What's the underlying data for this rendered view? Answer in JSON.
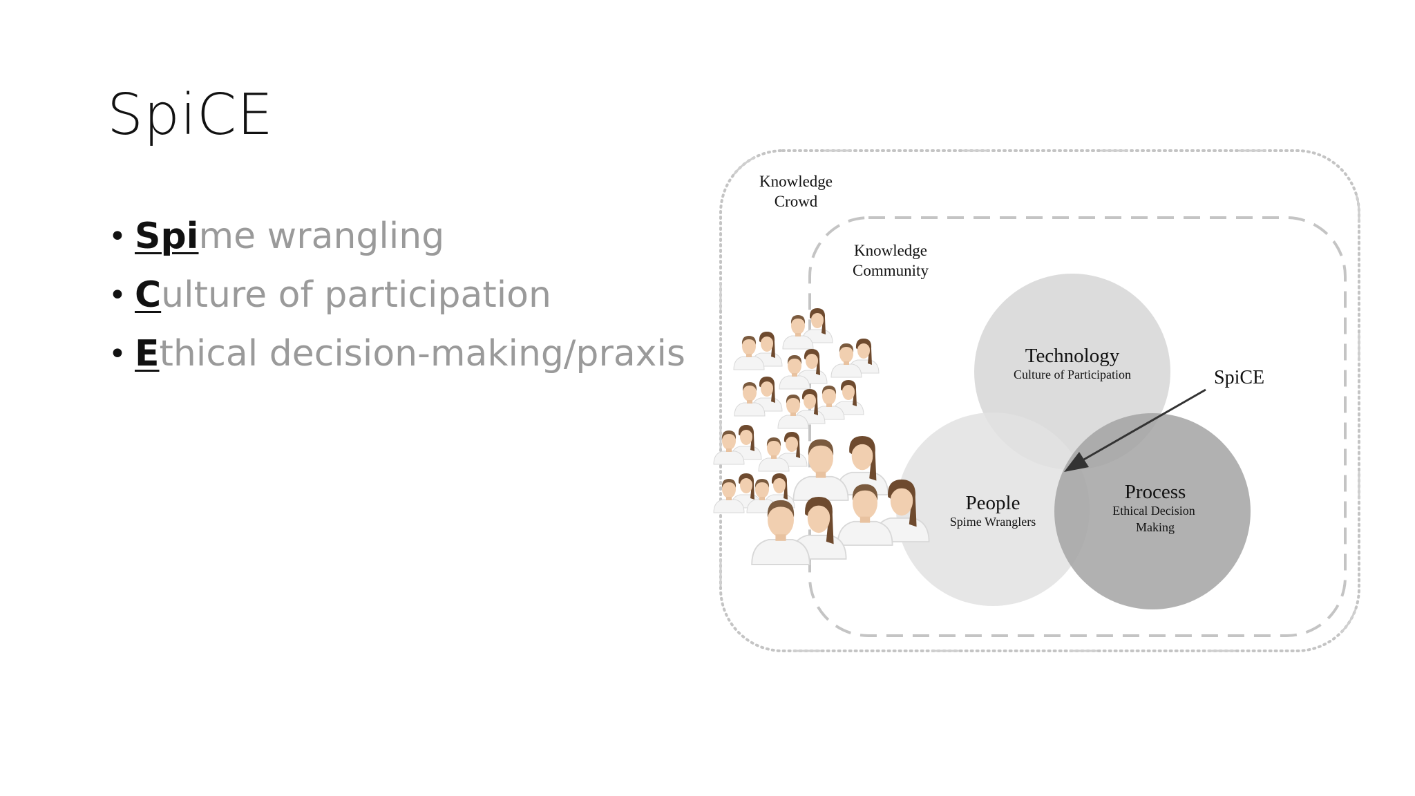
{
  "slide": {
    "title": "SpiCE",
    "bullets": [
      {
        "key": "Spi",
        "rest": "me wrangling"
      },
      {
        "key": "C",
        "rest": "ulture of participation"
      },
      {
        "key": "E",
        "rest": "thical decision-making/praxis"
      }
    ]
  },
  "diagram": {
    "outer_label_1": "Knowledge",
    "outer_label_2": "Crowd",
    "inner_label_1": "Knowledge",
    "inner_label_2": "Community",
    "technology": {
      "title": "Technology",
      "subtitle": "Culture of Participation"
    },
    "people": {
      "title": "People",
      "subtitle": "Spime Wranglers"
    },
    "process": {
      "title": "Process",
      "subtitle_1": "Ethical Decision",
      "subtitle_2": "Making"
    },
    "center_label": "SpiCE",
    "colors": {
      "technology": "#d6d6d6",
      "people": "#e2e2e2",
      "process": "#a3a3a3",
      "border": "#c4c4c4"
    },
    "crowd_icon": "person-avatar-icon"
  }
}
